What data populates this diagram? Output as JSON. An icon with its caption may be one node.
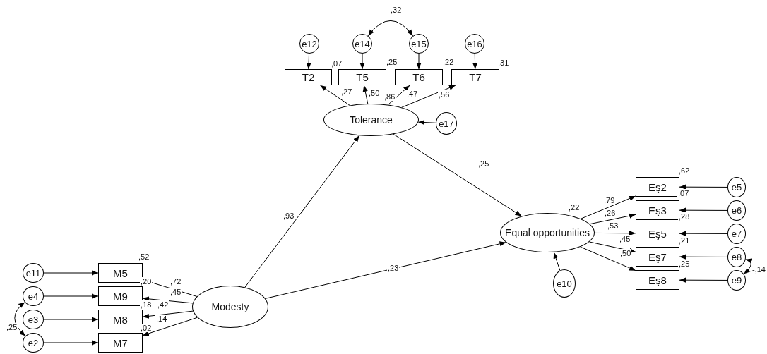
{
  "diagram": {
    "nodes": [
      {
        "text": [
          "Tolerance"
        ],
        "beside": [
          ",86"
        ]
      },
      {
        "text": [
          "Modesty"
        ]
      },
      {
        "text": [
          "Equal opportunities"
        ],
        "beside": [
          ",22"
        ]
      },
      {
        "text": [
          "T2"
        ],
        "beside": [
          ",07"
        ]
      },
      {
        "text": [
          "T5"
        ],
        "beside": [
          ",25"
        ]
      },
      {
        "text": [
          "T6"
        ],
        "beside": [
          ",22"
        ]
      },
      {
        "text": [
          "T7"
        ],
        "beside": [
          ",31"
        ]
      },
      {
        "text": [
          "e12"
        ]
      },
      {
        "text": [
          "e14"
        ]
      },
      {
        "text": [
          "e15"
        ]
      },
      {
        "text": [
          "e16"
        ]
      },
      {
        "text": [
          "e17"
        ]
      },
      {
        "text": [
          "M5"
        ],
        "beside": [
          ",52"
        ]
      },
      {
        "text": [
          "M9"
        ],
        "beside": [
          ",20"
        ]
      },
      {
        "text": [
          "M8"
        ],
        "beside": [
          ",18"
        ]
      },
      {
        "text": [
          "M7"
        ],
        "beside": [
          ",02"
        ]
      },
      {
        "text": [
          "e11"
        ]
      },
      {
        "text": [
          "e4"
        ]
      },
      {
        "text": [
          "e3"
        ]
      },
      {
        "text": [
          "e2"
        ]
      },
      {
        "text": [
          "Eş2"
        ],
        "beside": [
          ",62"
        ]
      },
      {
        "text": [
          "Eş3"
        ],
        "beside": [
          ",07"
        ]
      },
      {
        "text": [
          "Eş5"
        ],
        "beside": [
          ",28"
        ]
      },
      {
        "text": [
          "Eş7"
        ],
        "beside": [
          ",21"
        ]
      },
      {
        "text": [
          "Eş8"
        ],
        "beside": [
          ",25"
        ]
      },
      {
        "text": [
          "e5"
        ]
      },
      {
        "text": [
          "e6"
        ]
      },
      {
        "text": [
          "e7"
        ]
      },
      {
        "text": [
          "e8"
        ]
      },
      {
        "text": [
          "e9"
        ]
      },
      {
        "text": [
          "e10"
        ]
      }
    ],
    "edges": [
      {
        "from": 7,
        "to": 3,
        "arrow": "to"
      },
      {
        "from": 8,
        "to": 4,
        "arrow": "to"
      },
      {
        "from": 9,
        "to": 5,
        "arrow": "to"
      },
      {
        "from": 10,
        "to": 6,
        "arrow": "to"
      },
      {
        "from": 8,
        "to": 9,
        "arrow": "both",
        "label": ",32"
      },
      {
        "from": 0,
        "to": 3,
        "arrow": "to",
        "label": ",27"
      },
      {
        "from": 0,
        "to": 4,
        "arrow": "to",
        "label": ",50"
      },
      {
        "from": 0,
        "to": 5,
        "arrow": "to",
        "label": ",47"
      },
      {
        "from": 0,
        "to": 6,
        "arrow": "to",
        "label": ",56"
      },
      {
        "from": 11,
        "to": 0,
        "arrow": "to"
      },
      {
        "from": 1,
        "to": 0,
        "arrow": "to",
        "label": ",93"
      },
      {
        "from": 0,
        "to": 2,
        "arrow": "to",
        "label": ",25"
      },
      {
        "from": 1,
        "to": 2,
        "arrow": "to",
        "label": ",23"
      },
      {
        "from": 1,
        "to": 12,
        "arrow": "to",
        "label": ",72"
      },
      {
        "from": 1,
        "to": 13,
        "arrow": "to",
        "label": ",45"
      },
      {
        "from": 1,
        "to": 14,
        "arrow": "to",
        "label": ",42"
      },
      {
        "from": 1,
        "to": 15,
        "arrow": "to",
        "label": ",14"
      },
      {
        "from": 16,
        "to": 12,
        "arrow": "to"
      },
      {
        "from": 17,
        "to": 13,
        "arrow": "to"
      },
      {
        "from": 18,
        "to": 14,
        "arrow": "to"
      },
      {
        "from": 19,
        "to": 15,
        "arrow": "to"
      },
      {
        "from": 17,
        "to": 19,
        "arrow": "both",
        "label": ",25"
      },
      {
        "from": 2,
        "to": 20,
        "arrow": "to",
        "label": ",79"
      },
      {
        "from": 2,
        "to": 21,
        "arrow": "to",
        "label": ",26"
      },
      {
        "from": 2,
        "to": 22,
        "arrow": "to",
        "label": ",53"
      },
      {
        "from": 2,
        "to": 23,
        "arrow": "to",
        "label": ",45"
      },
      {
        "from": 2,
        "to": 24,
        "arrow": "to",
        "label": ",50"
      },
      {
        "from": 25,
        "to": 20,
        "arrow": "to"
      },
      {
        "from": 26,
        "to": 21,
        "arrow": "to"
      },
      {
        "from": 27,
        "to": 22,
        "arrow": "to"
      },
      {
        "from": 28,
        "to": 23,
        "arrow": "to"
      },
      {
        "from": 29,
        "to": 24,
        "arrow": "to"
      },
      {
        "from": 28,
        "to": 29,
        "arrow": "both",
        "label": "-,14"
      },
      {
        "from": 30,
        "to": 2,
        "arrow": "to"
      }
    ]
  }
}
